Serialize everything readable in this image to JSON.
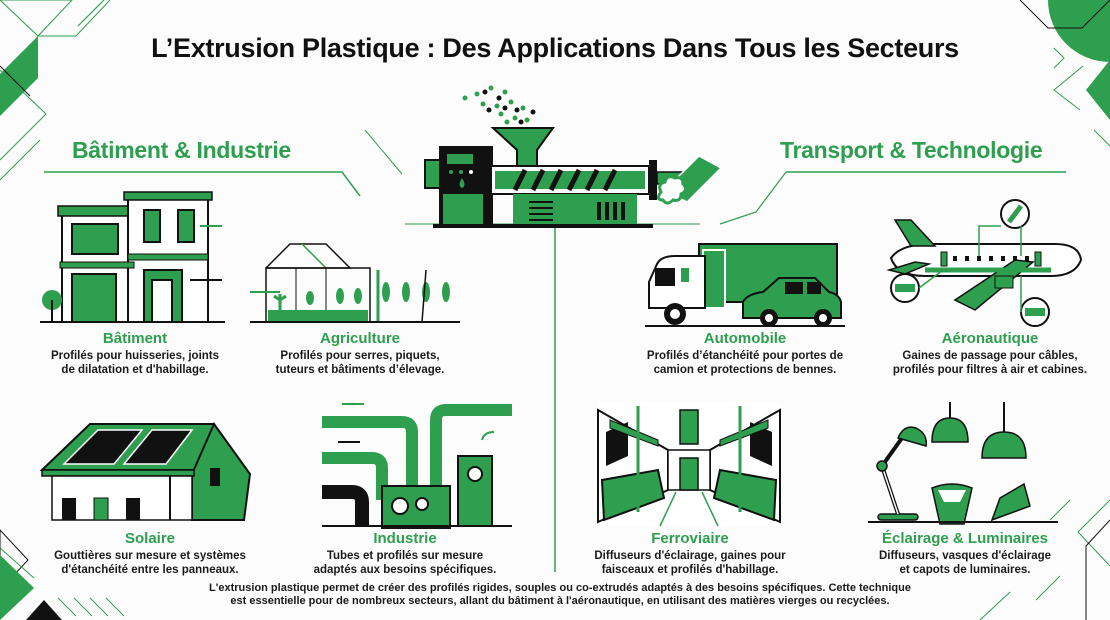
{
  "header": {
    "title": "L’Extrusion Plastique : Des Applications Dans Tous les Secteurs"
  },
  "colors": {
    "accent_green": "#2e9e4f",
    "ink": "#111111",
    "background": "#fbfcfb"
  },
  "center": {
    "illustration": "extruder-machine-icon",
    "output": "extruded-profile-icon"
  },
  "sections": {
    "left": {
      "heading": "Bâtiment & Industrie",
      "cards": [
        {
          "title": "Bâtiment",
          "desc": "Profilés pour huisseries, joints\nde dilatation et d'habillage.",
          "icon": "house-icon"
        },
        {
          "title": "Agriculture",
          "desc": "Profilés pour serres, piquets,\ntuteurs et bâtiments d’élevage.",
          "icon": "greenhouse-icon"
        },
        {
          "title": "Solaire",
          "desc": "Gouttières sur mesure et systèmes\nd'étanchéité entre les panneaux.",
          "icon": "solar-roof-icon"
        },
        {
          "title": "Industrie",
          "desc": "Tubes et profilés sur mesure\nadaptés aux besoins spécifiques.",
          "icon": "industrial-pipes-icon"
        }
      ]
    },
    "right": {
      "heading": "Transport & Technologie",
      "cards": [
        {
          "title": "Automobile",
          "desc": "Profilés d’étanchéité pour portes de\ncamion et protections de bennes.",
          "icon": "truck-car-icon"
        },
        {
          "title": "Aéronautique",
          "desc": "Gaines de passage pour câbles,\nprofilés pour filtres à air et cabines.",
          "icon": "airplane-icon"
        },
        {
          "title": "Ferroviaire",
          "desc": "Diffuseurs d'éclairage, gaines pour\nfaisceaux et profilés d'habillage.",
          "icon": "train-interior-icon"
        },
        {
          "title": "Éclairage & Luminaires",
          "desc": "Diffuseurs, vasques d'éclairage\net capots de luminaires.",
          "icon": "lamps-icon"
        }
      ]
    }
  },
  "footer": {
    "text": "L'extrusion plastique permet de créer des profilés rigides, souples ou co-extrudés adaptés à des besoins spécifiques. Cette technique\nest essentielle pour de nombreux secteurs, allant du bâtiment à l'aéronautique, en utilisant des matières vierges ou recyclées."
  }
}
